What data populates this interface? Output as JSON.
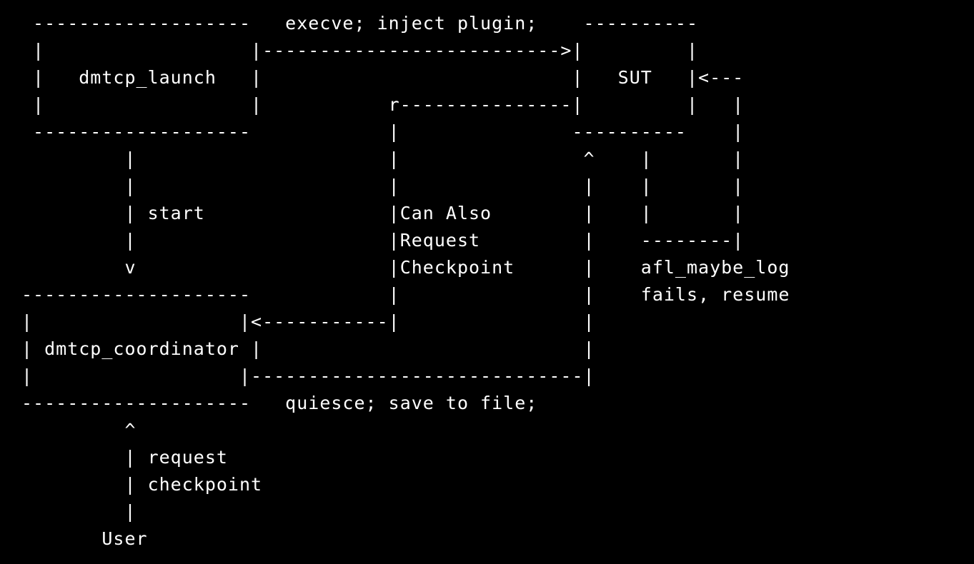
{
  "diagram": {
    "lines": [
      " -------------------   execve; inject plugin;    ----------",
      " |                  |-------------------------->|         |",
      " |   dmtcp_launch   |                           |   SUT   |<---",
      " |                  |           r---------------|         |   |",
      " -------------------            |               ----------    |",
      "         |                      |                ^    |       |",
      "         |                      |                |    |       |",
      "         | start                |Can Also        |    |       |",
      "         |                      |Request         |    --------|",
      "         v                      |Checkpoint      |    afl_maybe_log",
      "--------------------            |                |    fails, resume",
      "|                  |<-----------|                |",
      "| dmtcp_coordinator |                            |",
      "|                  |-----------------------------|",
      "--------------------   quiesce; save to file;",
      "         ^",
      "         | request",
      "         | checkpoint",
      "         |",
      "       User"
    ]
  }
}
